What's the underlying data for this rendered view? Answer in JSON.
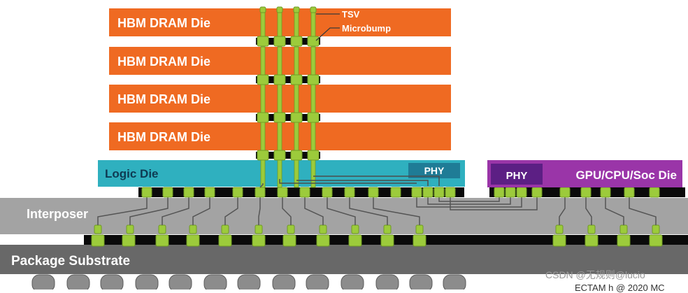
{
  "labels": {
    "dram_die": "HBM DRAM Die",
    "tsv": "TSV",
    "microbump": "Microbump",
    "logic_die": "Logic Die",
    "phy": "PHY",
    "soc_die": "GPU/CPU/Soc Die",
    "interposer": "Interposer",
    "package_substrate": "Package Substrate"
  },
  "watermark": {
    "text": "CSDN @无规则@lucio",
    "partial": "ECTAM h @ 2020 MC"
  },
  "colors": {
    "dram": "#ef6a22",
    "logic": "#2fb0bf",
    "logic_phy": "#1f7c96",
    "soc": "#9a35a8",
    "soc_phy": "#5c1f84",
    "interposer": "#a3a3a3",
    "substrate": "#686868",
    "ball": "#8c8c8c",
    "bump": "#9ccb3b",
    "bump_dark": "#6f9a24",
    "wire": "#545454",
    "black": "#0a0a0a"
  },
  "dram_dies": [
    {
      "id": "dram-die-1"
    },
    {
      "id": "dram-die-2"
    },
    {
      "id": "dram-die-3"
    },
    {
      "id": "dram-die-4"
    }
  ]
}
